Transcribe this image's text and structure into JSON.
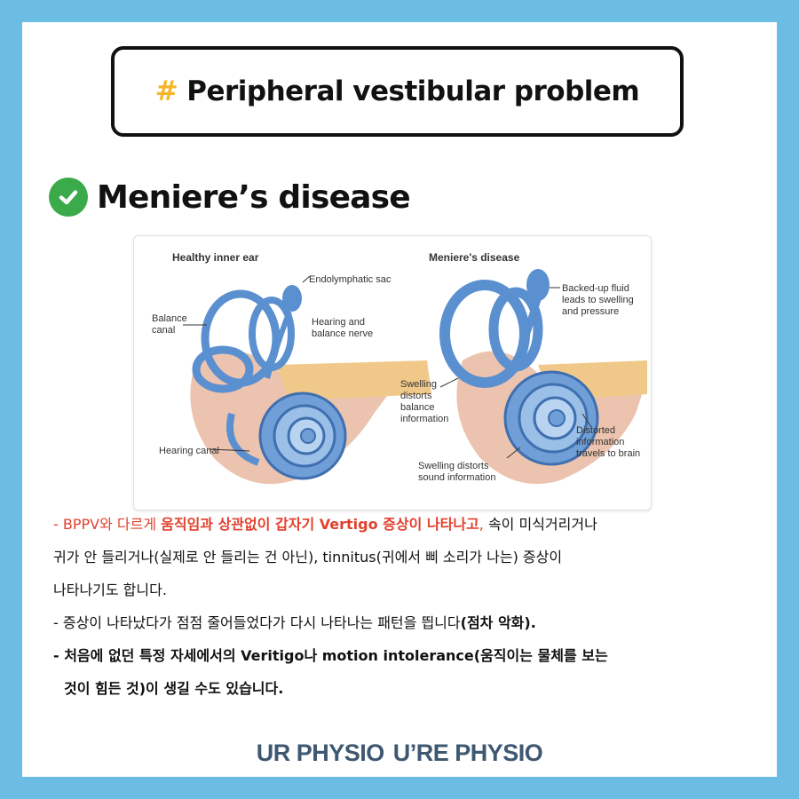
{
  "title": {
    "hash": "#",
    "text": "Peripheral vestibular problem"
  },
  "section": {
    "title": "Meniere’s disease"
  },
  "figure": {
    "left": {
      "heading": "Healthy inner ear",
      "endolymphatic": "Endolymphatic sac",
      "balance_1": "Balance",
      "balance_2": "canal",
      "nerve_1": "Hearing and",
      "nerve_2": "balance nerve",
      "hearing_canal": "Hearing canal"
    },
    "right": {
      "heading": "Meniere's disease",
      "backed_1": "Backed-up fluid",
      "backed_2": "leads to swelling",
      "backed_3": "and pressure",
      "swell_1": "Swelling",
      "swell_2": "distorts",
      "swell_3": "balance",
      "swell_4": "information",
      "dist_1": "Distorted",
      "dist_2": "information",
      "dist_3": "travels to brain",
      "sound_1": "Swelling distorts",
      "sound_2": "sound information"
    }
  },
  "body": {
    "p1_a": "- BPPV와 다르게 ",
    "p1_b": "움직임과 상관없이 갑자기 Vertigo 증상이 나타나고",
    "p1_c": ",",
    "p1_d": " 속이 미식거리거나",
    "p1_line2": "귀가 안 들리거나(실제로 안 들리는 건 아닌), tinnitus(귀에서 삐 소리가 나는) 증상이",
    "p1_line3": "나타나기도 합니다.",
    "p2_a": "- 증상이 나타났다가 점점 줄어들었다가 다시 나타나는 패턴을 띕니다",
    "p2_b": "(점차 악화).",
    "p3_line1": "- 처음에 없던 특정 자세에서의 Veritigo나 motion intolerance(움직이는 물체를 보는",
    "p3_line2": "것이 힘든 것)이 생길 수도 있습니다."
  },
  "footer": {
    "part1": "UR PHYSIO",
    "part2": "U’RE PHYSIO"
  }
}
